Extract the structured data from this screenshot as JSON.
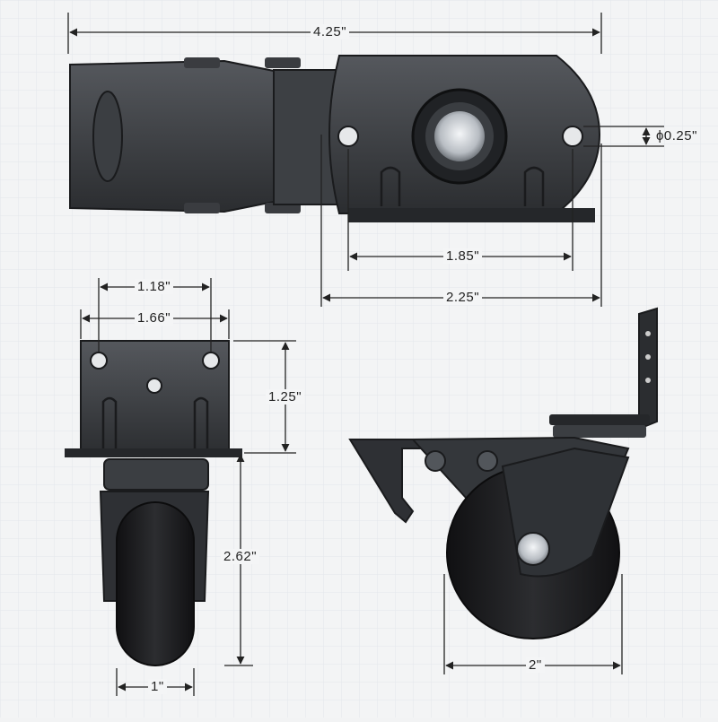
{
  "dimensions": {
    "overall_length": "4.25\"",
    "bolt_hole_diameter": "ϕ0.25\"",
    "hole_spacing_length": "1.85\"",
    "plate_length": "2.25\"",
    "hole_spacing_width": "1.18\"",
    "plate_width": "1.66\"",
    "plate_height_view": "1.25\"",
    "total_height": "2.62\"",
    "wheel_width": "1\"",
    "wheel_diameter": "2\""
  },
  "colors": {
    "metal_dark": "#2b2d30",
    "metal_mid": "#45484c",
    "wheel": "#1c1c1e",
    "hub": "#c9cdd2",
    "line": "#222222",
    "grid": "#dfe3e8"
  }
}
